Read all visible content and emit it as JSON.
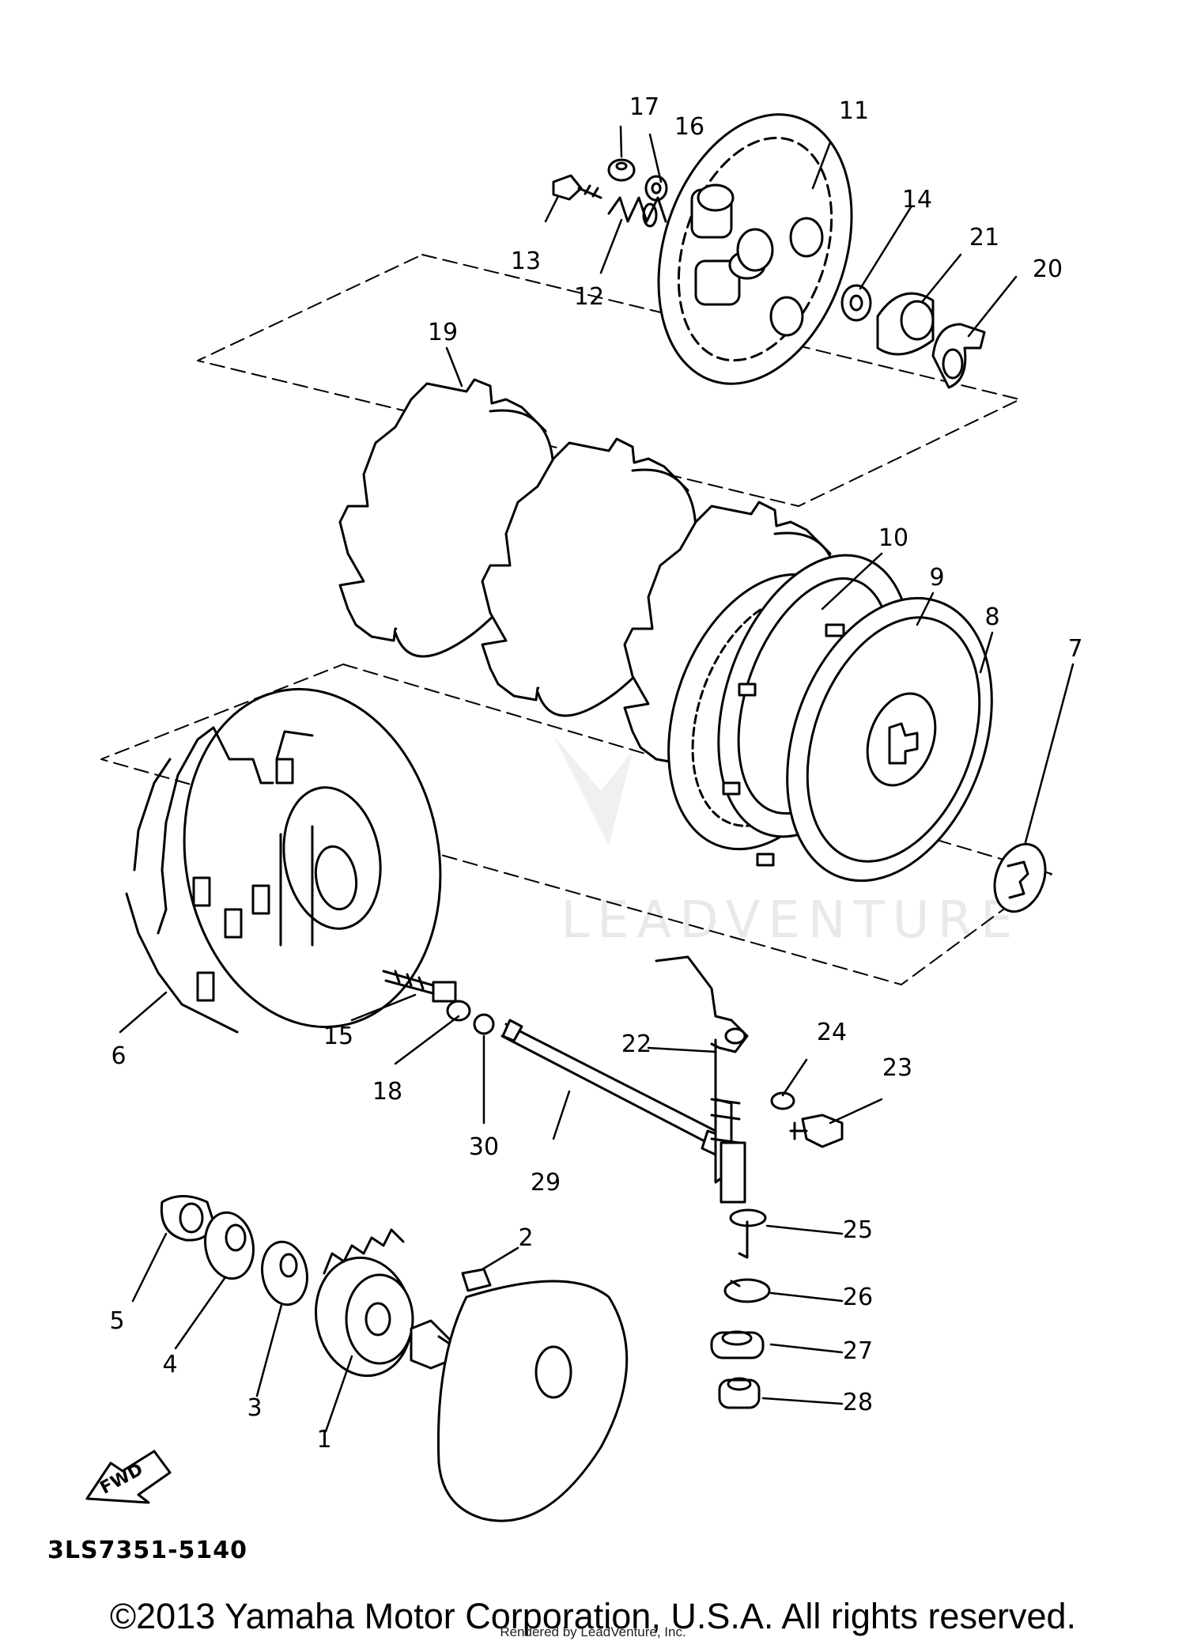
{
  "diagram": {
    "part_numbers": [
      "1",
      "2",
      "3",
      "4",
      "5",
      "6",
      "7",
      "8",
      "9",
      "10",
      "11",
      "12",
      "13",
      "14",
      "15",
      "16",
      "17",
      "18",
      "19",
      "20",
      "21",
      "22",
      "23",
      "24",
      "25",
      "26",
      "27",
      "28",
      "29",
      "30"
    ],
    "watermark": "LEADVENTURE",
    "direction_badge": "FWD",
    "diagram_code": "3LS7351-5140"
  },
  "footer": {
    "copyright": "©2013 Yamaha Motor Corporation, U.S.A. All rights reserved.",
    "rendered_by": "Rendered by LeadVenture, Inc."
  }
}
